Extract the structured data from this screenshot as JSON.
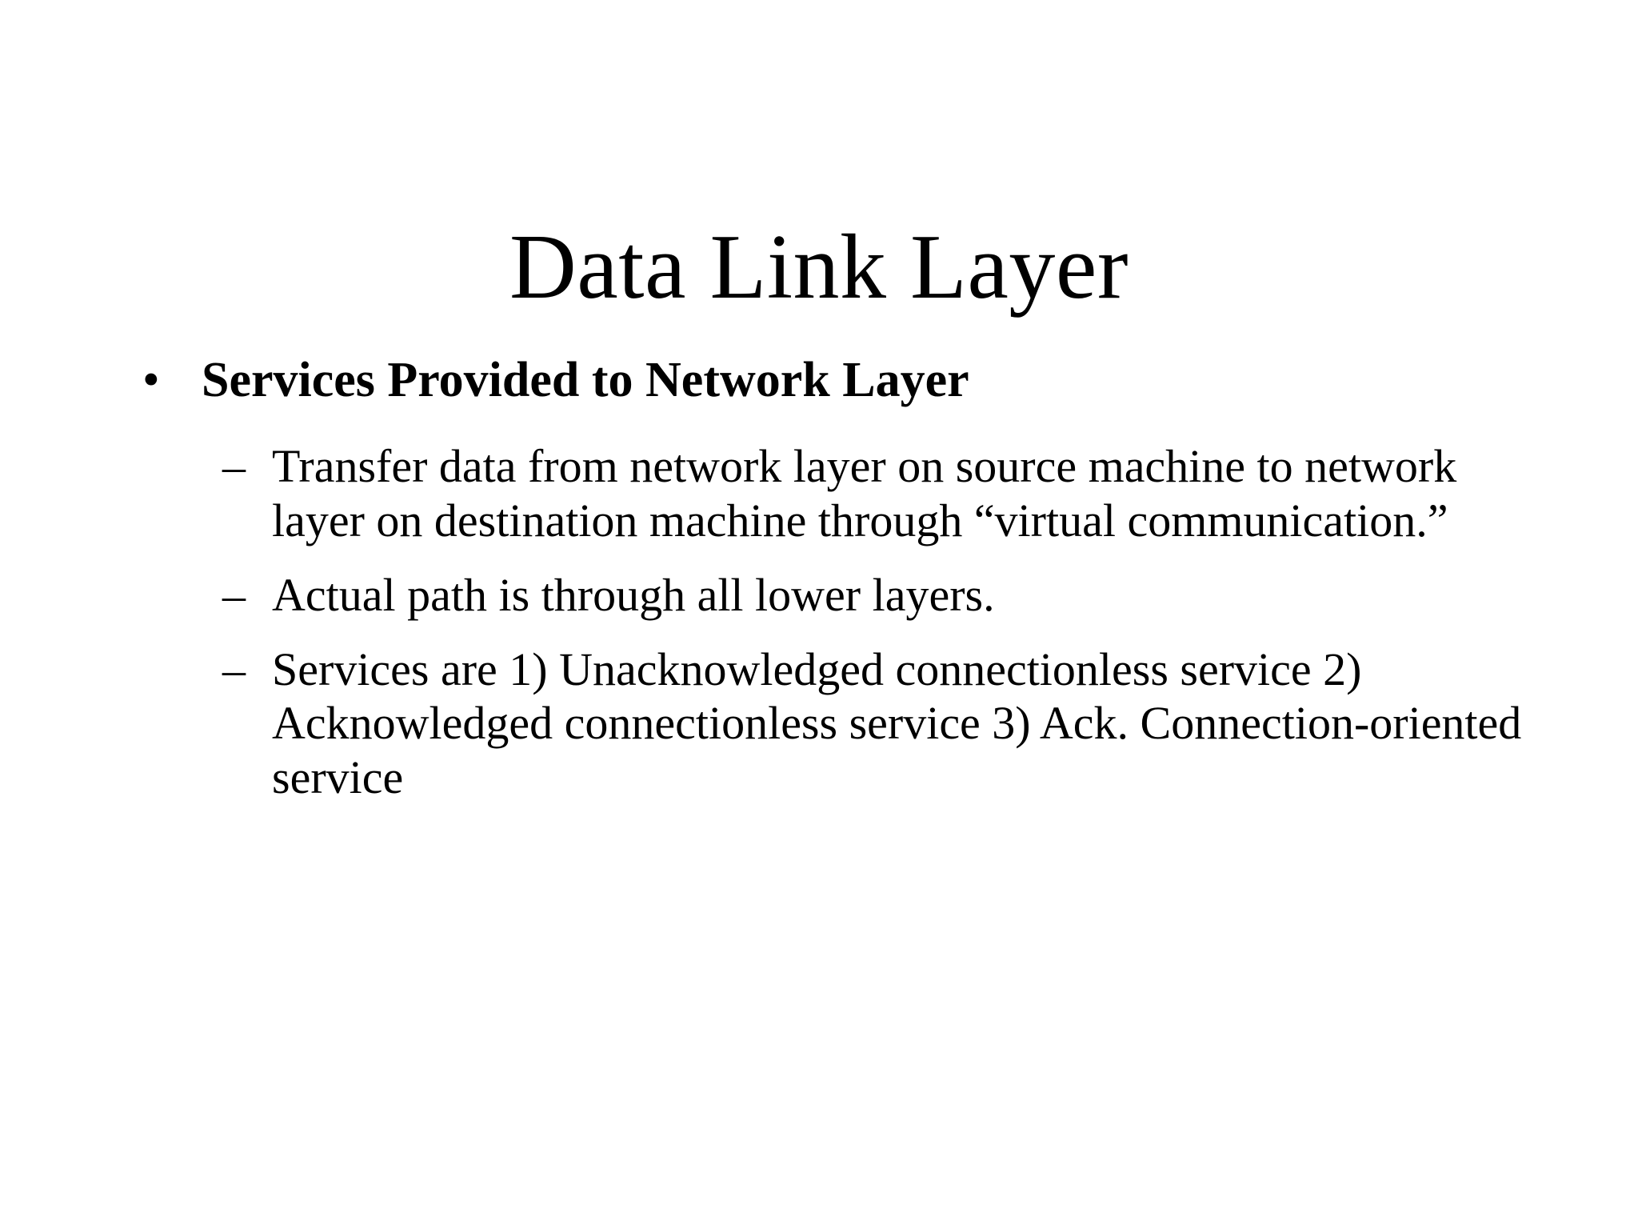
{
  "slide": {
    "background_color": "#ffffff",
    "text_color": "#000000",
    "title": "Data Link Layer",
    "bullets": [
      {
        "level": 1,
        "marker": "•",
        "marker_name": "bullet-dot",
        "text": "Services Provided to Network Layer",
        "bold": true
      },
      {
        "level": 2,
        "marker": "–",
        "marker_name": "bullet-dash",
        "text": "Transfer data from network layer on source machine to network layer on destination machine through “virtual communication.”",
        "bold": false
      },
      {
        "level": 2,
        "marker": "–",
        "marker_name": "bullet-dash",
        "text": "Actual path is through all lower layers.",
        "bold": false
      },
      {
        "level": 2,
        "marker": "–",
        "marker_name": "bullet-dash",
        "text": "Services are 1) Unacknowledged connectionless service 2) Acknowledged connectionless service 3) Ack. Connection-oriented service",
        "bold": false
      }
    ]
  }
}
